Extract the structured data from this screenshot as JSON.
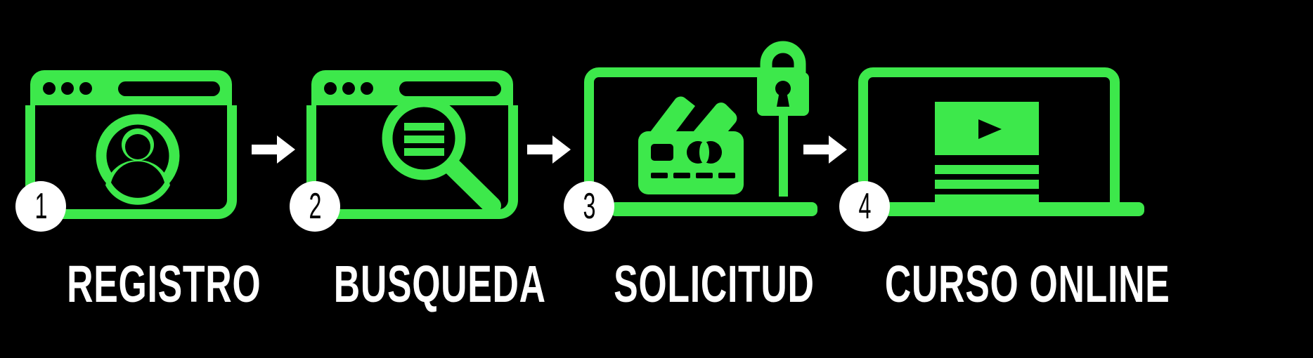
{
  "theme": {
    "background_color": "#000000",
    "accent_color": "#3DE84B",
    "badge_bg_color": "#FFFFFF",
    "badge_text_color": "#000000",
    "label_color": "#FFFFFF",
    "arrow_color": "#FFFFFF"
  },
  "steps": [
    {
      "number": "1",
      "label": "REGISTRO",
      "icon": "browser-window-user-profile-icon",
      "icon_parts": [
        "browser-window-frame",
        "browser-dots",
        "browser-address-bar",
        "user-avatar-circle"
      ]
    },
    {
      "number": "2",
      "label": "BUSQUEDA",
      "icon": "browser-window-magnifier-icon",
      "icon_parts": [
        "browser-window-frame",
        "browser-dots",
        "browser-address-bar",
        "magnifying-glass",
        "list-lines"
      ]
    },
    {
      "number": "3",
      "label": "SOLICITUD",
      "icon": "laptop-wallet-payment-lock-icon",
      "icon_parts": [
        "laptop-frame",
        "laptop-base",
        "wallet-with-cards",
        "credit-card-chip",
        "padlock-icon"
      ]
    },
    {
      "number": "4",
      "label": "CURSO ONLINE",
      "icon": "laptop-video-course-icon",
      "icon_parts": [
        "laptop-frame",
        "laptop-base",
        "video-player-screen",
        "play-button-triangle",
        "text-lines"
      ]
    }
  ],
  "arrows": [
    {
      "name": "arrow-step-1-to-2",
      "glyph": "right-arrow-icon"
    },
    {
      "name": "arrow-step-2-to-3",
      "glyph": "right-arrow-icon"
    },
    {
      "name": "arrow-step-3-to-4",
      "glyph": "right-arrow-icon"
    }
  ]
}
